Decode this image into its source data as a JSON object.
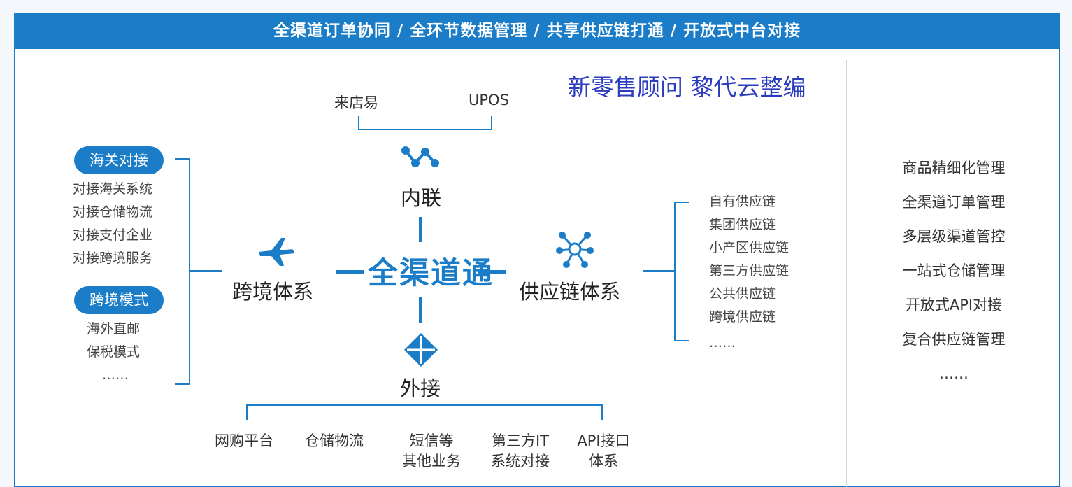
{
  "header": {
    "title": "全渠道订单协同 / 全环节数据管理 / 共享供应链打通 / 开放式中台对接"
  },
  "watermark": "新零售顾问 黎代云整编",
  "center": {
    "label": "全渠道通"
  },
  "top": {
    "label": "内联",
    "items": [
      "来店易",
      "UPOS"
    ]
  },
  "bottom": {
    "label": "外接",
    "items": [
      "网购平台",
      "仓储物流",
      "短信等\n其他业务",
      "第三方IT\n系统对接",
      "API接口\n体系"
    ]
  },
  "left": {
    "label": "跨境体系",
    "groups": [
      {
        "title": "海关对接",
        "items": [
          "对接海关系统",
          "对接仓储物流",
          "对接支付企业",
          "对接跨境服务"
        ]
      },
      {
        "title": "跨境模式",
        "items": [
          "海外直邮",
          "保税模式",
          "……"
        ]
      }
    ]
  },
  "right": {
    "label": "供应链体系",
    "items": [
      "自有供应链",
      "集团供应链",
      "小产区供应链",
      "第三方供应链",
      "公共供应链",
      "跨境供应链",
      "……"
    ]
  },
  "features": [
    "商品精细化管理",
    "全渠道订单管理",
    "多层级渠道管控",
    "一站式仓储管理",
    "开放式API对接",
    "复合供应链管理",
    "……"
  ],
  "colors": {
    "accent": "#1b7cc8",
    "watermark": "#2c3cbf"
  },
  "icons": {
    "top": "network-nodes-icon",
    "bottom": "diamond-arrows-icon",
    "left": "airplane-icon",
    "right": "hub-nodes-icon"
  }
}
